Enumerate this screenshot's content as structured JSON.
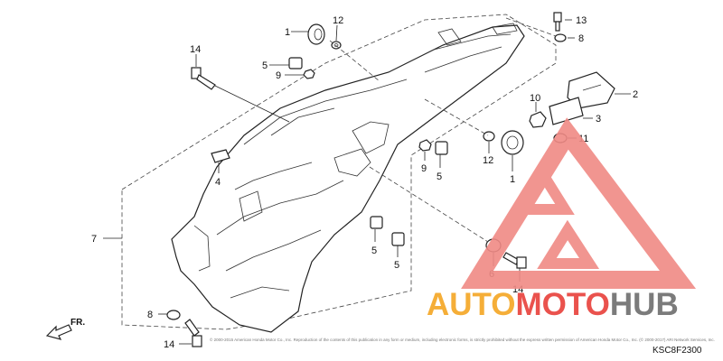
{
  "diagram": {
    "code": "KSC8F2300",
    "direction_label": "FR.",
    "copyright": "© 2000-2015 American Honda Motor Co., Inc. Reproduction of the contents of this publication in any form or medium, including electronic forms, is strictly prohibited without the express written permission of American Honda Motor Co., Inc. (© 2000-2017) ARI Network Services, Inc.",
    "callouts": [
      {
        "id": "1",
        "text": "1"
      },
      {
        "id": "12",
        "text": "12"
      },
      {
        "id": "5",
        "text": "5"
      },
      {
        "id": "9",
        "text": "9"
      },
      {
        "id": "13",
        "text": "13"
      },
      {
        "id": "8",
        "text": "8"
      },
      {
        "id": "2",
        "text": "2"
      },
      {
        "id": "10",
        "text": "10"
      },
      {
        "id": "3",
        "text": "3"
      },
      {
        "id": "11",
        "text": "11"
      },
      {
        "id": "14",
        "text": "14"
      },
      {
        "id": "4",
        "text": "4"
      },
      {
        "id": "7",
        "text": "7"
      },
      {
        "id": "9b",
        "text": "9"
      },
      {
        "id": "5b",
        "text": "5"
      },
      {
        "id": "12b",
        "text": "12"
      },
      {
        "id": "1b",
        "text": "1"
      },
      {
        "id": "5c",
        "text": "5"
      },
      {
        "id": "5d",
        "text": "5"
      },
      {
        "id": "6",
        "text": "6"
      },
      {
        "id": "14b",
        "text": "14"
      },
      {
        "id": "8b",
        "text": "8"
      },
      {
        "id": "14c",
        "text": "14"
      }
    ]
  },
  "watermark": {
    "word_part1": "AUTO",
    "word_part2": "MOTO",
    "word_part3": "HUB",
    "colors": {
      "orange": "#f5a623",
      "red": "#e8403a",
      "gray": "#6d6d6d"
    }
  }
}
